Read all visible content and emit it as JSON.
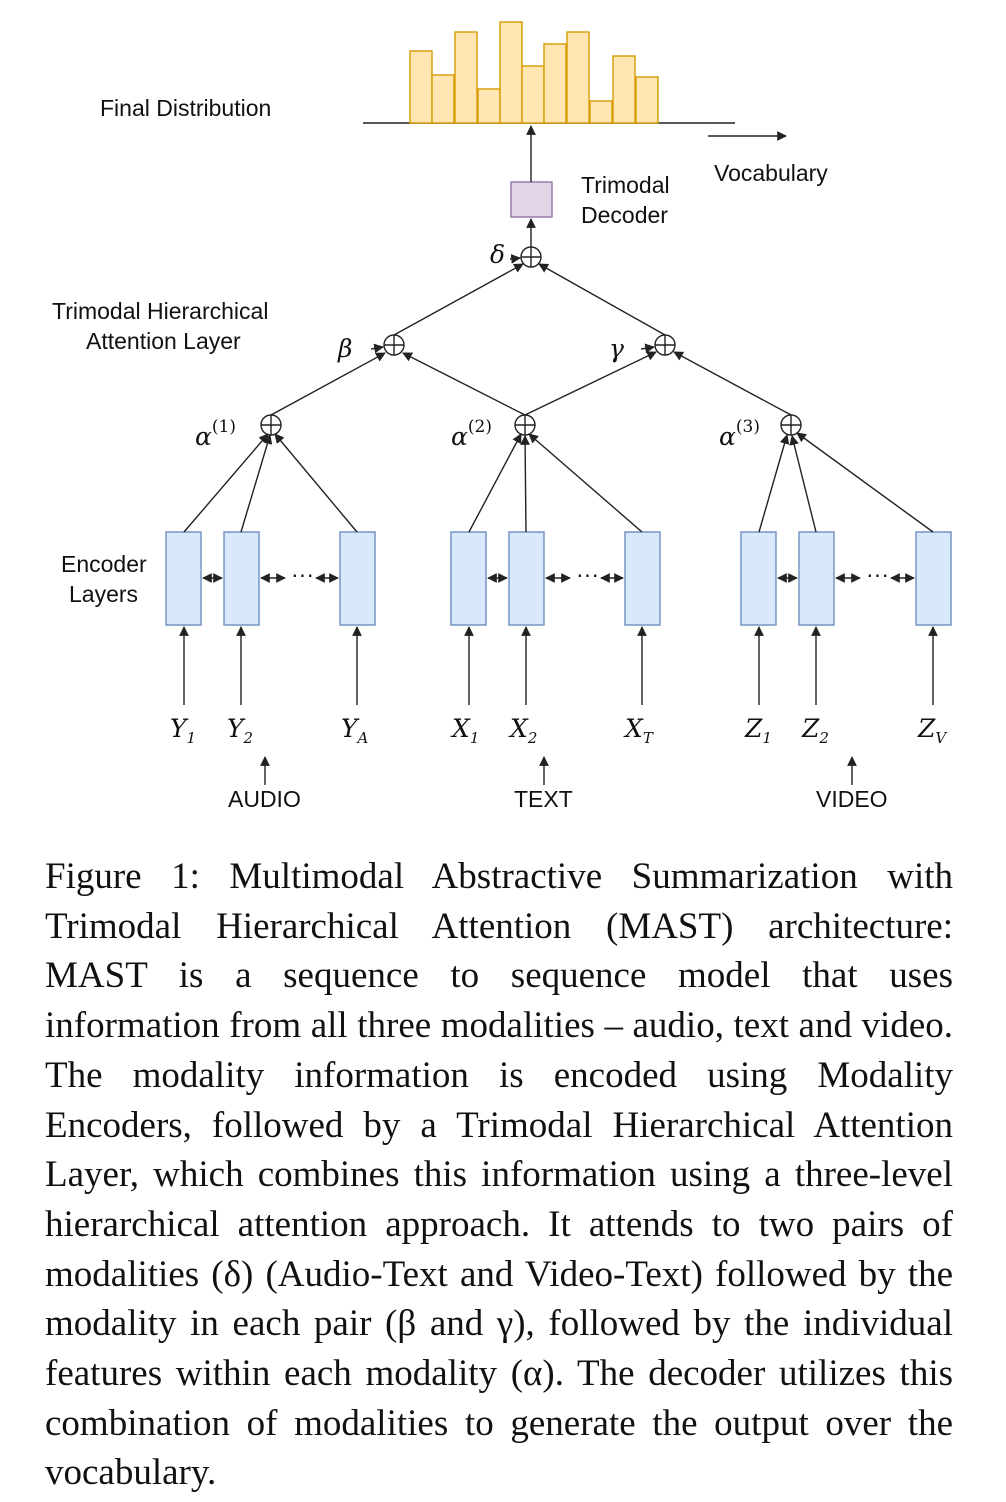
{
  "labels": {
    "final_distribution": "Final Distribution",
    "vocabulary": "Vocabulary",
    "decoder_line1": "Trimodal",
    "decoder_line2": "Decoder",
    "attention_line1": "Trimodal Hierarchical",
    "attention_line2": "Attention Layer",
    "encoder_line1": "Encoder",
    "encoder_line2": "Layers",
    "ellipsis": "···"
  },
  "greek": {
    "delta": "δ",
    "beta": "β",
    "gamma": "γ",
    "alpha": "α",
    "alpha1_sup": "(1)",
    "alpha2_sup": "(2)",
    "alpha3_sup": "(3)"
  },
  "modalities": {
    "audio": {
      "name": "AUDIO",
      "symbol": "Y",
      "inputs": [
        "1",
        "2",
        "A"
      ]
    },
    "text": {
      "name": "TEXT",
      "symbol": "X",
      "inputs": [
        "1",
        "2",
        "T"
      ]
    },
    "video": {
      "name": "VIDEO",
      "symbol": "Z",
      "inputs": [
        "1",
        "2",
        "V"
      ]
    }
  },
  "caption": "Figure 1: Multimodal Abstractive Summarization with Trimodal Hierarchical Attention (MAST) architecture: MAST is a sequence to sequence model that uses information from all three modalities – audio, text and video. The modality information is encoded using Modality Encoders, followed by a Trimodal Hierarchical Attention Layer, which combines this information using a three-level hierarchical attention approach. It attends to two pairs of modalities (δ) (Audio-Text and Video-Text) followed by the modality in each pair (β and γ), followed by the individual features within each modality (α). The decoder utilizes this combination of modalities to generate the output over the vocabulary.",
  "colors": {
    "encoder_fill": "#dae8fc",
    "encoder_stroke": "#6c8ebf",
    "distribution_fill": "#ffe6b3",
    "distribution_stroke": "#d79b00",
    "decoder_fill": "#e1d5e7",
    "decoder_stroke": "#9673a6"
  }
}
